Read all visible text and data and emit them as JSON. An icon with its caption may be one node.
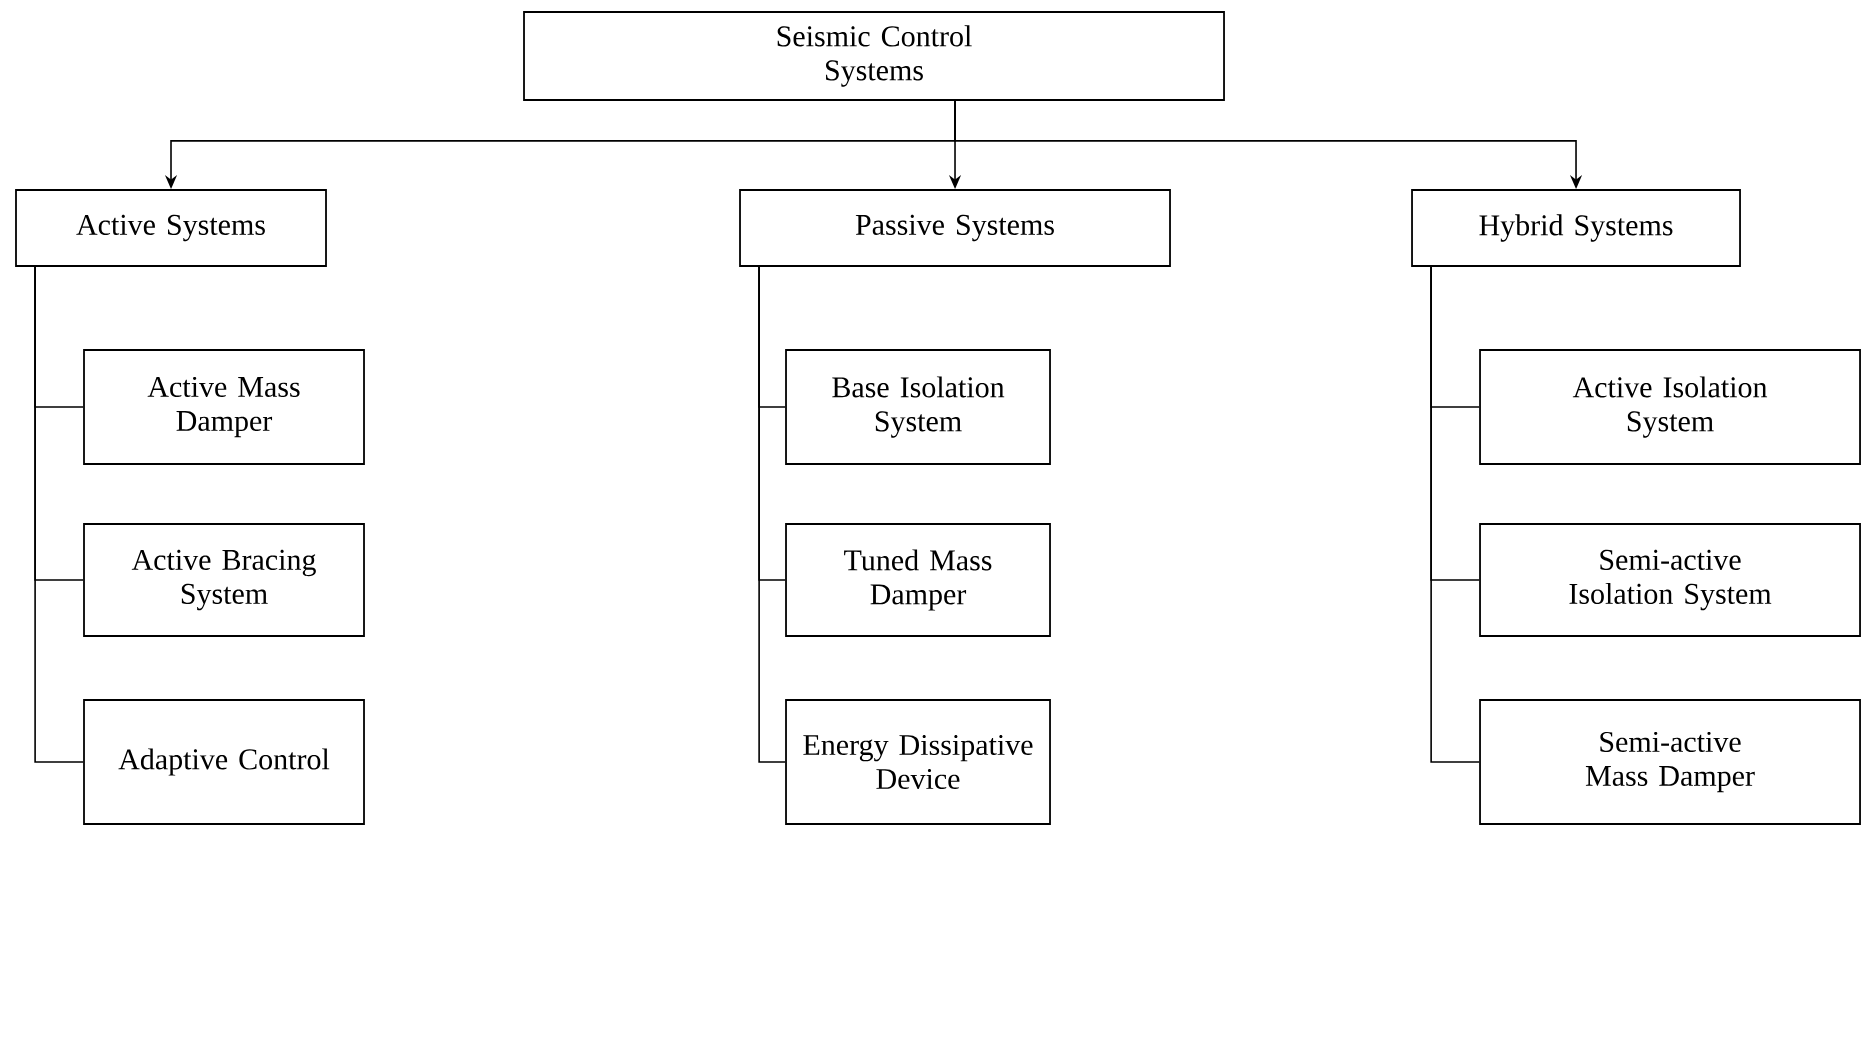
{
  "diagram": {
    "nodes": [
      {
        "text": [
          "Seismic Control Systems"
        ]
      },
      {
        "text": [
          "Active Systems"
        ]
      },
      {
        "text": [
          "Passive Systems"
        ]
      },
      {
        "text": [
          "Hybrid Systems"
        ]
      },
      {
        "text": [
          "Active Mass Damper"
        ]
      },
      {
        "text": [
          "Base Isolation System"
        ]
      },
      {
        "text": [
          "Active Isolation System"
        ]
      },
      {
        "text": [
          "Active Bracing System"
        ]
      },
      {
        "text": [
          "Tuned Mass Damper"
        ]
      },
      {
        "text": [
          "Semi-active Isolation System"
        ]
      },
      {
        "text": [
          "Adaptive Control"
        ]
      },
      {
        "text": [
          "Energy Dissipative Device"
        ]
      },
      {
        "text": [
          "Semi-active Mass Damper"
        ]
      }
    ],
    "edges": [
      {
        "from": 0,
        "to": 1,
        "arrow": "to"
      },
      {
        "from": 0,
        "to": 2,
        "arrow": "to"
      },
      {
        "from": 0,
        "to": 3,
        "arrow": "to"
      },
      {
        "from": 1,
        "to": 4,
        "arrow": "none"
      },
      {
        "from": 1,
        "to": 7,
        "arrow": "none"
      },
      {
        "from": 1,
        "to": 10,
        "arrow": "none"
      },
      {
        "from": 2,
        "to": 5,
        "arrow": "none"
      },
      {
        "from": 2,
        "to": 8,
        "arrow": "none"
      },
      {
        "from": 2,
        "to": 11,
        "arrow": "none"
      },
      {
        "from": 3,
        "to": 6,
        "arrow": "none"
      },
      {
        "from": 3,
        "to": 9,
        "arrow": "none"
      },
      {
        "from": 3,
        "to": 12,
        "arrow": "none"
      }
    ]
  }
}
